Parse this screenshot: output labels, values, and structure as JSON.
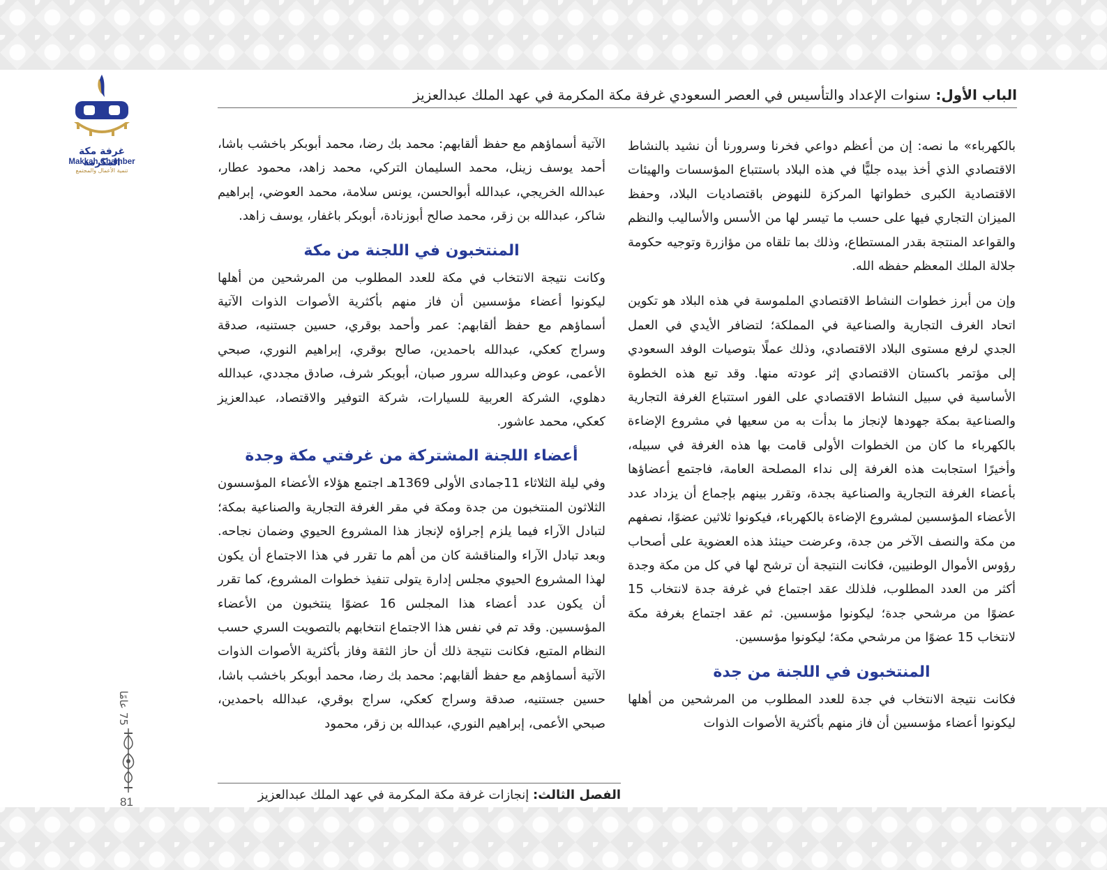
{
  "header": {
    "label": "الباب الأول:",
    "text": "سنوات الإعداد والتأسيس في العصر السعودي غرفة مكة المكرمة في عهد الملك عبدالعزيز"
  },
  "logo": {
    "arabic": "غرفة مكة المكرمة",
    "english": "Makkah Chamber",
    "tagline": "تنمية الأعمال والمجتمع"
  },
  "right_column": {
    "p1": "بالكهرباء» ما نصه: إن من أعظم دواعي فخرنا وسرورنا أن نشيد بالنشاط الاقتصادي الذي أخذ بيده جليًّا في هذه البلاد باستتباع المؤسسات والهيئات الاقتصادية الكبرى خطواتها المركزة للنهوض باقتصاديات البلاد، وحفظ الميزان التجاري فيها على حسب ما تيسر لها من الأسس والأساليب والنظم والقواعد المنتجة بقدر المستطاع، وذلك بما تلقاه من مؤازرة وتوجيه حكومة جلالة الملك المعظم حفظه الله.",
    "p2": "وإن من أبرز خطوات النشاط الاقتصادي الملموسة في هذه البلاد هو تكوين اتحاد الغرف التجارية والصناعية في المملكة؛ لتضافر الأيدي في العمل الجدي لرفع مستوى البلاد الاقتصادي، وذلك عملًا بتوصيات الوفد السعودي إلى مؤتمر باكستان الاقتصادي إثر عودته منها. وقد تبع هذه الخطوة الأساسية في سبيل النشاط الاقتصادي على الفور استتباع الغرفة التجارية والصناعية بمكة جهودها لإنجاز ما بدأت به من سعيها في مشروع الإضاءة بالكهرباء ما كان من الخطوات الأولى قامت بها هذه الغرفة في سبيله، وأخيرًا استجابت هذه الغرفة إلى نداء المصلحة العامة، فاجتمع أعضاؤها بأعضاء الغرفة التجارية والصناعية بجدة، وتقرر بينهم بإجماع أن يزداد عدد الأعضاء المؤسسين لمشروع الإضاءة بالكهرباء، فيكونوا ثلاثين عضوًا، نصفهم من مكة والنصف الآخر من جدة، وعرضت حينئذ هذه العضوية على أصحاب رؤوس الأموال الوطنيين، فكانت النتيجة أن ترشح لها في كل من مكة وجدة أكثر من العدد المطلوب، فلذلك عقد اجتماع في غرفة جدة لانتخاب 15 عضوًا من مرشحي جدة؛ ليكونوا مؤسسين. ثم عقد اجتماع بغرفة مكة لانتخاب 15 عضوًا من مرشحي مكة؛ ليكونوا مؤسسين.",
    "h1": "المنتخبون في اللجنة من جدة",
    "p3": "فكانت نتيجة الانتخاب في جدة للعدد المطلوب من المرشحين من أهلها ليكونوا أعضاء مؤسسين أن فاز منهم بأكثرية الأصوات الذوات"
  },
  "left_column": {
    "p1": "الآتية أسماؤهم مع حفظ ألقابهم: محمد بك رضا، محمد أبوبكر باخشب باشا، أحمد يوسف زينل، محمد السليمان التركي، محمد زاهد، محمود عطار، عبدالله الخريجي، عبدالله أبوالحسن، يونس سلامة، محمد العوضي، إبراهيم شاكر، عبدالله بن زقر، محمد صالح أبوزنادة، أبوبكر باغفار، يوسف زاهد.",
    "h1": "المنتخبون في اللجنة من مكة",
    "p2": "وكانت نتيجة الانتخاب في مكة للعدد المطلوب من المرشحين من أهلها ليكونوا أعضاء مؤسسين أن فاز منهم بأكثرية الأصوات الذوات الآتية أسماؤهم مع حفظ ألقابهم: عمر وأحمد بوقري، حسين جستنيه، صدقة وسراج كعكي، عبدالله باحمدين، صالح بوقري، إبراهيم النوري، صبحي الأعمى، عوض وعبدالله سرور صبان، أبوبكر شرف، صادق مجددي، عبدالله دهلوي، الشركة العربية للسيارات، شركة التوفير والاقتصاد، عبدالعزيز كعكي، محمد عاشور.",
    "h2": "أعضاء اللجنة المشتركة من غرفتي مكة وجدة",
    "p3": "وفي ليلة الثلاثاء 11جمادى الأولى 1369هـ اجتمع هؤلاء الأعضاء المؤسسون الثلاثون المنتخبون من جدة ومكة في مقر الغرفة التجارية والصناعية بمكة؛ لتبادل الآراء فيما يلزم إجراؤه لإنجاز هذا المشروع الحيوي وضمان نجاحه. وبعد تبادل الآراء والمناقشة كان من أهم ما تقرر في هذا الاجتماع أن يكون لهذا المشروع الحيوي مجلس إدارة يتولى تنفيذ خطوات المشروع، كما تقرر أن يكون عدد أعضاء هذا المجلس 16 عضوًا ينتخبون من الأعضاء المؤسسين. وقد تم في نفس هذا الاجتماع انتخابهم بالتصويت السري حسب النظام المتبع، فكانت نتيجة ذلك أن حاز الثقة وفاز بأكثرية الأصوات الذوات الآتية أسماؤهم مع حفظ ألقابهم: محمد بك رضا، محمد أبوبكر باخشب باشا، حسين جستنيه، صدقة وسراج كعكي، سراج بوقري، عبدالله باحمدين، صبحي الأعمى، إبراهيم النوري، عبدالله بن زقر، محمود"
  },
  "footer": {
    "label": "الفصل الثالث:",
    "text": "إنجازات غرفة مكة المكرمة في عهد الملك عبدالعزيز"
  },
  "side": {
    "years_label": "75 عامًا",
    "page_number": "81"
  },
  "colors": {
    "heading_blue": "#263a96",
    "logo_gold": "#c9a24a"
  }
}
